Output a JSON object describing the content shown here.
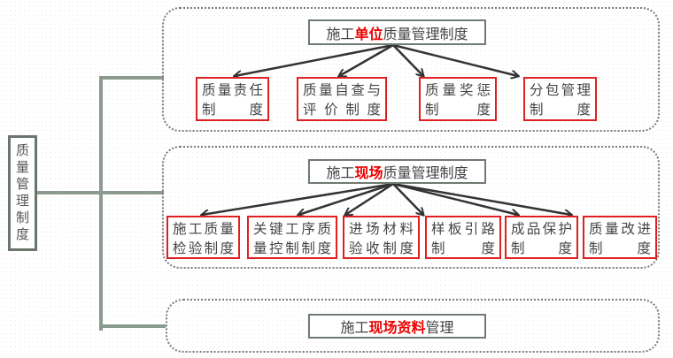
{
  "root": {
    "label": "质量管理制度"
  },
  "groups": [
    {
      "title": {
        "prefix": "施工",
        "highlight": "单位",
        "suffix": "质量管理制度"
      },
      "children": [
        {
          "line1": "质量责任",
          "line2": "制度"
        },
        {
          "line1": "质量自查与",
          "line2": "评价制度"
        },
        {
          "line1": "质量奖惩",
          "line2": "制度"
        },
        {
          "line1": "分包管理",
          "line2": "制度"
        }
      ]
    },
    {
      "title": {
        "prefix": "施工",
        "highlight": "现场",
        "suffix": "质量管理制度"
      },
      "children": [
        {
          "line1": "施工质量",
          "line2": "检验制度"
        },
        {
          "line1": "关键工序质",
          "line2": "量控制制度"
        },
        {
          "line1": "进场材料",
          "line2": "验收制度"
        },
        {
          "line1": "样板引路",
          "line2": "制度"
        },
        {
          "line1": "成品保护",
          "line2": "制度"
        },
        {
          "line1": "质量改进",
          "line2": "制度"
        }
      ]
    },
    {
      "title": {
        "prefix": "施工",
        "highlight": "现场资料",
        "suffix": "管理"
      }
    }
  ],
  "colors": {
    "connector": "#8a9a8e",
    "highlight": "#e00000",
    "child_border": "#e02020"
  }
}
